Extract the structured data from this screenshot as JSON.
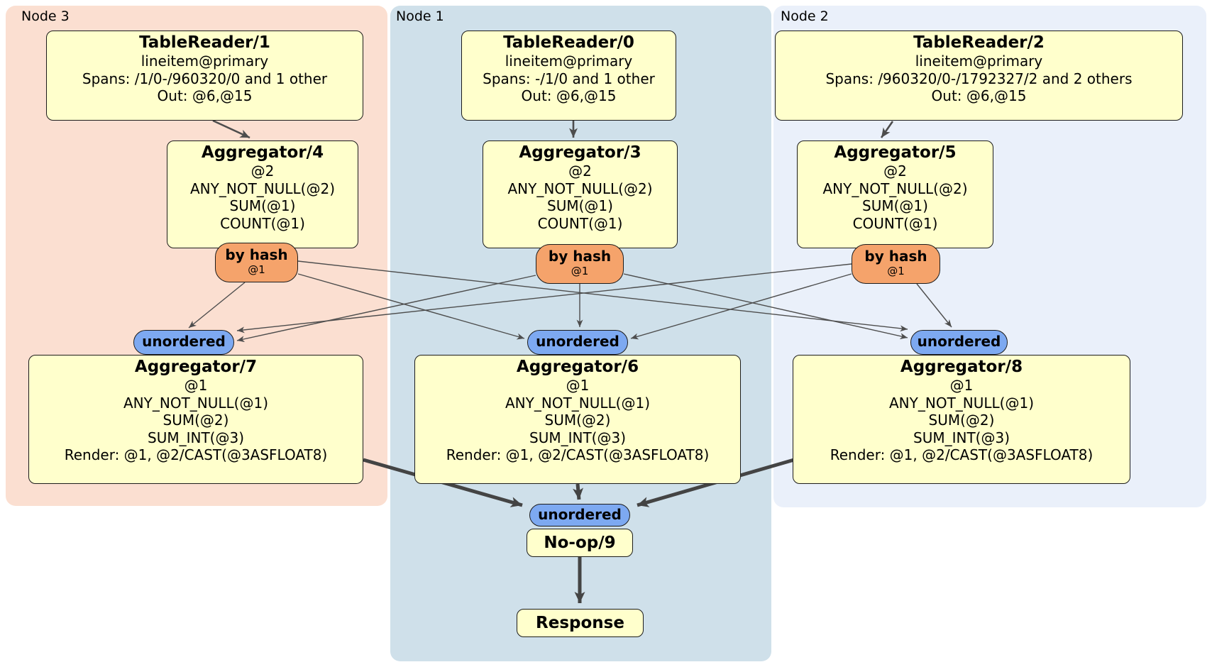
{
  "regions": [
    {
      "label": "Node 3"
    },
    {
      "label": "Node 1"
    },
    {
      "label": "Node 2"
    }
  ],
  "processors": {
    "tr1": {
      "title": "TableReader/1",
      "lines": [
        "lineitem@primary",
        "Spans: /1/0-/960320/0 and 1 other",
        "Out: @6,@15"
      ]
    },
    "tr0": {
      "title": "TableReader/0",
      "lines": [
        "lineitem@primary",
        "Spans: -/1/0 and 1 other",
        "Out: @6,@15"
      ]
    },
    "tr2": {
      "title": "TableReader/2",
      "lines": [
        "lineitem@primary",
        "Spans: /960320/0-/1792327/2 and 2 others",
        "Out: @6,@15"
      ]
    },
    "agg4": {
      "title": "Aggregator/4",
      "lines": [
        "@2",
        "ANY_NOT_NULL(@2)",
        "SUM(@1)",
        "COUNT(@1)"
      ]
    },
    "agg3": {
      "title": "Aggregator/3",
      "lines": [
        "@2",
        "ANY_NOT_NULL(@2)",
        "SUM(@1)",
        "COUNT(@1)"
      ]
    },
    "agg5": {
      "title": "Aggregator/5",
      "lines": [
        "@2",
        "ANY_NOT_NULL(@2)",
        "SUM(@1)",
        "COUNT(@1)"
      ]
    },
    "agg7": {
      "title": "Aggregator/7",
      "lines": [
        "@1",
        "ANY_NOT_NULL(@1)",
        "SUM(@2)",
        "SUM_INT(@3)",
        "Render: @1, @2/CAST(@3ASFLOAT8)"
      ]
    },
    "agg6": {
      "title": "Aggregator/6",
      "lines": [
        "@1",
        "ANY_NOT_NULL(@1)",
        "SUM(@2)",
        "SUM_INT(@3)",
        "Render: @1, @2/CAST(@3ASFLOAT8)"
      ]
    },
    "agg8": {
      "title": "Aggregator/8",
      "lines": [
        "@1",
        "ANY_NOT_NULL(@1)",
        "SUM(@2)",
        "SUM_INT(@3)",
        "Render: @1, @2/CAST(@3ASFLOAT8)"
      ]
    },
    "noop": {
      "title": "No-op/9"
    },
    "response": {
      "title": "Response"
    }
  },
  "routers": [
    {
      "label": "by hash",
      "detail": "@1"
    },
    {
      "label": "by hash",
      "detail": "@1"
    },
    {
      "label": "by hash",
      "detail": "@1"
    }
  ],
  "syncs": [
    {
      "label": "unordered"
    },
    {
      "label": "unordered"
    },
    {
      "label": "unordered"
    },
    {
      "label": "unordered"
    }
  ],
  "colors": {
    "node3_bg": "#fbdfd1",
    "node1_bg": "#cfe0ea",
    "node2_bg": "#eaf0fa",
    "processor_bg": "#ffffcc",
    "router_bg": "#f5a36b",
    "sync_bg": "#7da9f1",
    "edge": "#4d4d4d",
    "edge_thick": "#444444"
  }
}
